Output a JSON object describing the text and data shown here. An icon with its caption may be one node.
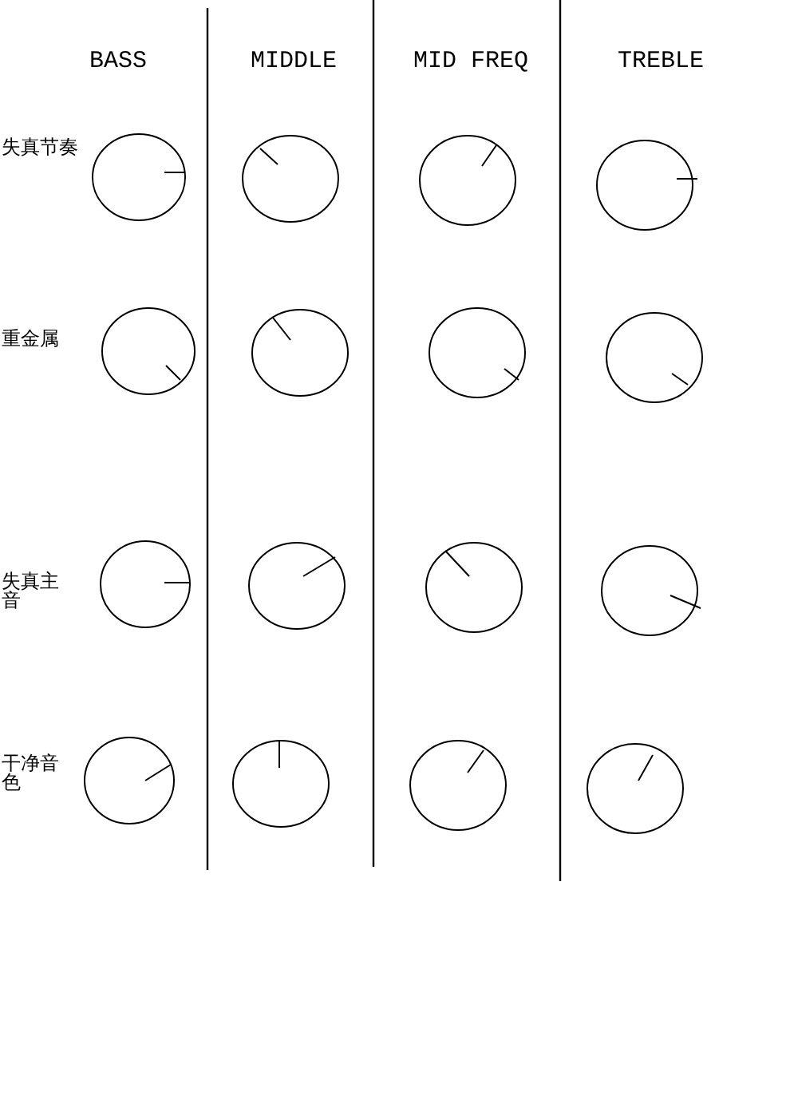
{
  "diagram": {
    "labels": [
      "BASS",
      "MIDDLE",
      "MID FREQ",
      "TREBLE",
      "失真节奏",
      "重金属",
      "失真主音",
      "干净音色"
    ]
  }
}
